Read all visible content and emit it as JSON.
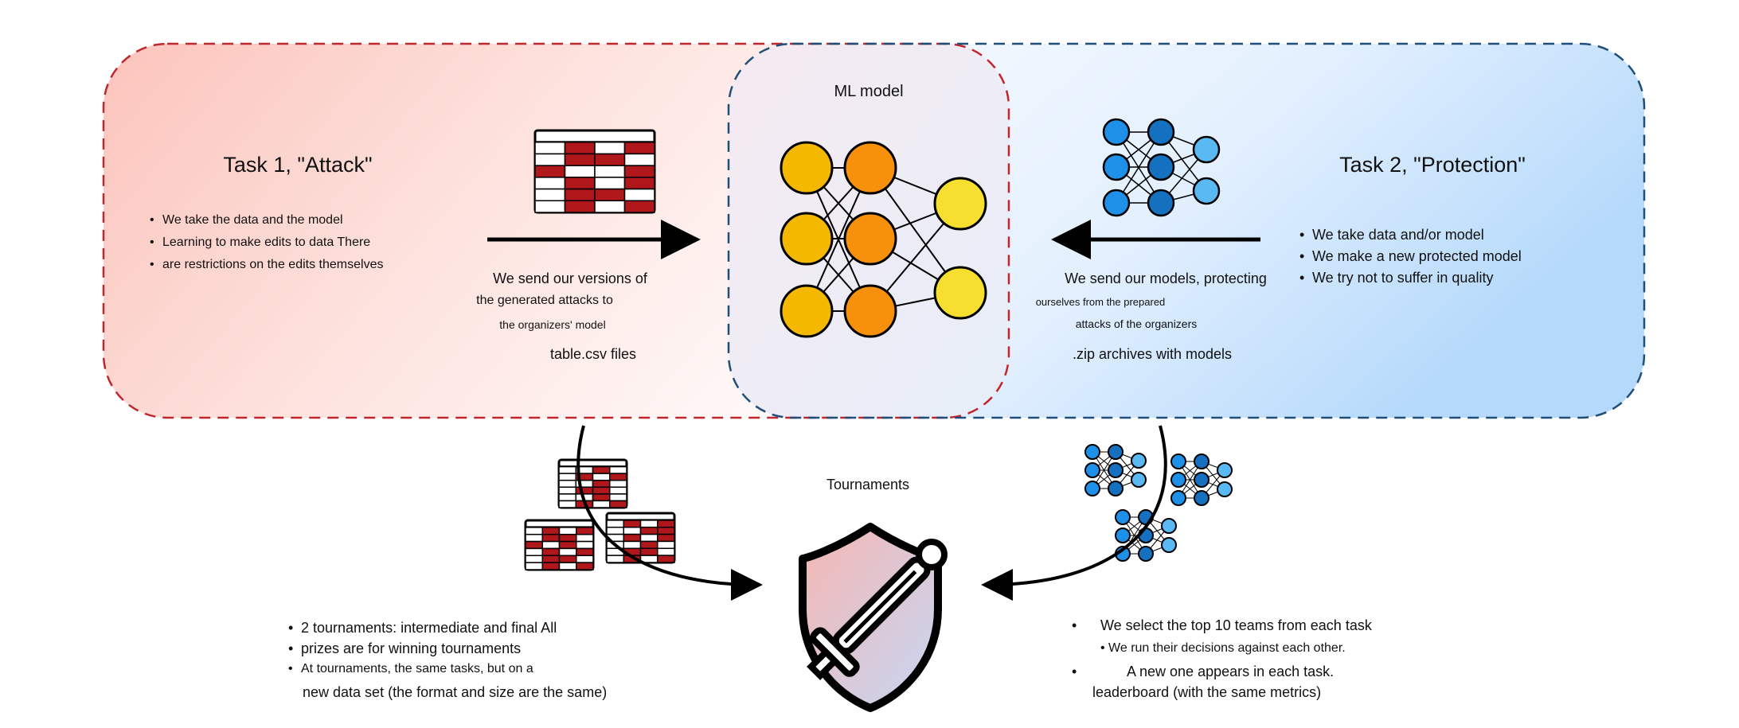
{
  "ml_model": {
    "title": "ML model"
  },
  "task1": {
    "title": "Task 1, \"Attack\"",
    "bullets": [
      "We take the data and the model",
      "Learning to make edits to data There",
      "are restrictions on the edits themselves"
    ]
  },
  "attack_flow": {
    "lines": [
      "We send our versions of",
      "the generated attacks to",
      "the organizers' model"
    ],
    "file_label": "table.csv files"
  },
  "task2": {
    "title": "Task 2, \"Protection\"",
    "bullets": [
      "We take data and/or model",
      "We make a new protected model",
      "We try not to suffer in quality"
    ]
  },
  "protect_flow": {
    "lines": [
      "We send our models, protecting",
      "ourselves from the prepared",
      "attacks of the organizers"
    ],
    "file_label": ".zip archives with models"
  },
  "tournaments": {
    "title": "Tournaments"
  },
  "left_notes": {
    "lines": [
      "2 tournaments: intermediate and final All",
      "prizes are for winning tournaments",
      "At tournaments, the same tasks, but on a",
      "new data set (the format and size are the same)"
    ]
  },
  "right_notes": {
    "lines": [
      "We select the top 10 teams from each task",
      "We run their decisions against each other.",
      "A new one appears in each task.",
      "leaderboard (with the same metrics)"
    ]
  },
  "colors": {
    "attack_border": "#c0272d",
    "protect_border": "#1f4e79",
    "table_red": "#b0171a",
    "node_yellow": "#f5b800",
    "node_orange": "#f7900a",
    "node_light_yellow": "#f7df30",
    "node_blue": "#1e90e8",
    "node_dark_blue": "#1570c0",
    "node_light_blue": "#5ab8f2"
  }
}
